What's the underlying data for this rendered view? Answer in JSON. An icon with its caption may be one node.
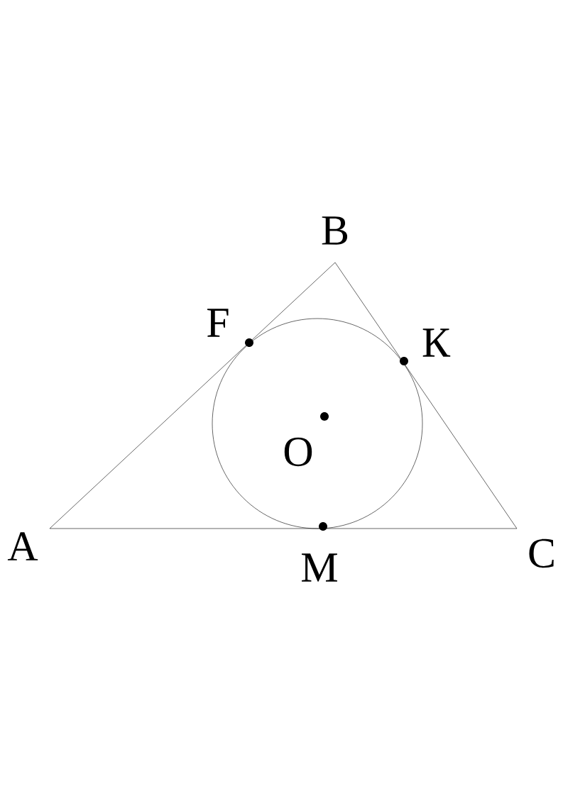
{
  "diagram": {
    "labels": [
      "B",
      "F",
      "К",
      "O",
      "A",
      "M",
      "C"
    ]
  }
}
